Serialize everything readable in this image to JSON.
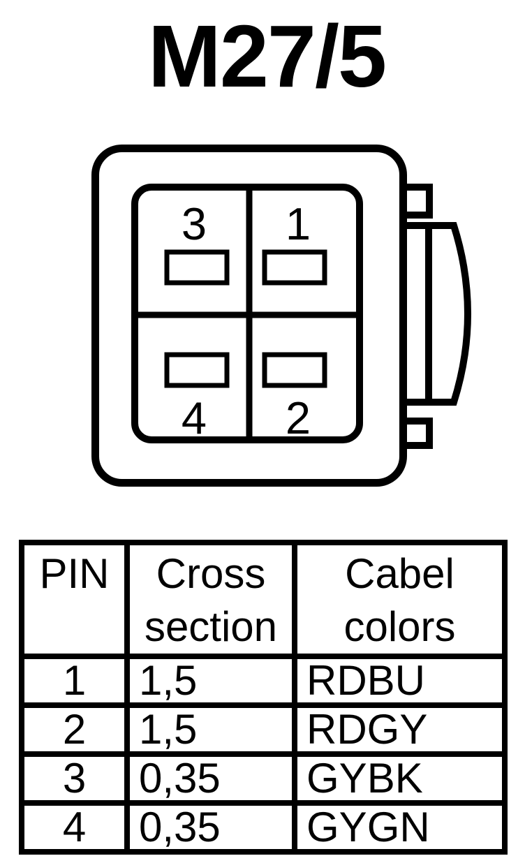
{
  "page": {
    "background": "#ffffff",
    "line_color": "#000000"
  },
  "title": "M27/5",
  "connector": {
    "description": "4-pin connector front view with side latch",
    "pins": [
      {
        "position": "top-left",
        "number": "3"
      },
      {
        "position": "top-right",
        "number": "1"
      },
      {
        "position": "bottom-left",
        "number": "4"
      },
      {
        "position": "bottom-right",
        "number": "2"
      }
    ]
  },
  "table": {
    "headers": [
      {
        "lines": [
          "PIN"
        ]
      },
      {
        "lines": [
          "Cross",
          "section"
        ]
      },
      {
        "lines": [
          "Cabel",
          "colors"
        ]
      }
    ],
    "rows": [
      {
        "pin": "1",
        "cross_section": "1,5",
        "cable_color": "RDBU"
      },
      {
        "pin": "2",
        "cross_section": "1,5",
        "cable_color": "RDGY"
      },
      {
        "pin": "3",
        "cross_section": "0,35",
        "cable_color": "GYBK"
      },
      {
        "pin": "4",
        "cross_section": "0,35",
        "cable_color": "GYGN"
      }
    ]
  }
}
